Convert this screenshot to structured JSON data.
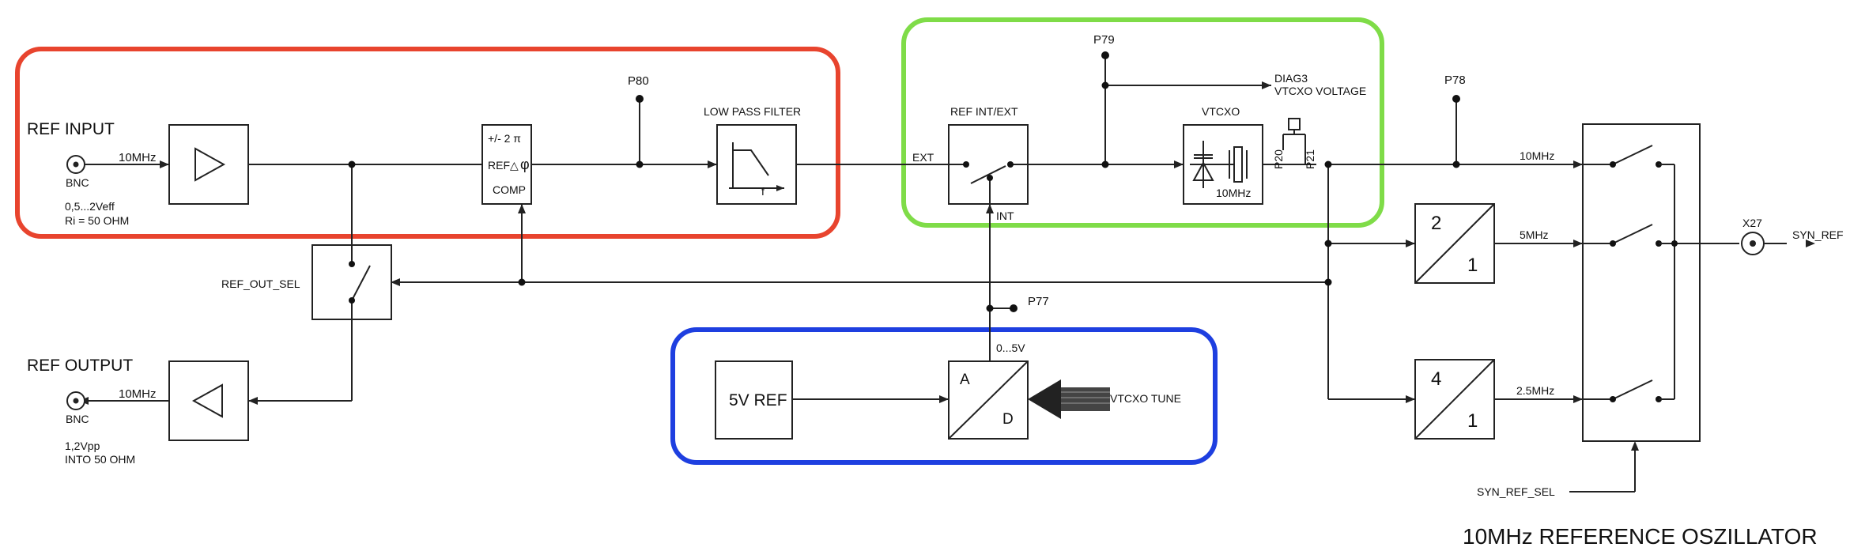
{
  "title": "10MHz REFERENCE OSZILLATOR",
  "ref_input": {
    "label": "REF INPUT",
    "connector": "BNC",
    "freq": "10MHz",
    "spec1": "0,5...2Veff",
    "spec2": "Ri = 50 OHM"
  },
  "ref_output": {
    "label": "REF OUTPUT",
    "connector": "BNC",
    "freq": "10MHz",
    "spec1": "1,2Vpp",
    "spec2": "INTO 50 OHM"
  },
  "comparator": {
    "line1": "+/- 2 π",
    "ref": "REF",
    "delta": "△",
    "phi": "φ",
    "comp": "COMP"
  },
  "test_points": {
    "p80": "P80",
    "p79": "P79",
    "p78": "P78",
    "p77": "P77",
    "p20": "P20",
    "p21": "P21"
  },
  "low_pass_filter": {
    "label": "LOW PASS FILTER",
    "f": "f"
  },
  "ref_switch": {
    "label": "REF  INT/EXT",
    "ext": "EXT",
    "int": "INT"
  },
  "vtcxo": {
    "label": "VTCXO",
    "freq": "10MHz",
    "diag1": "DIAG3",
    "diag2": "VTCXO VOLTAGE"
  },
  "ref_out_sel": "REF_OUT_SEL",
  "reference_5v": "5V REF",
  "adc": {
    "a": "A",
    "d": "D",
    "range": "0...5V",
    "tune": "VTCXO TUNE"
  },
  "dividers": [
    {
      "num": "2",
      "den": "1",
      "out": "5MHz"
    },
    {
      "num": "4",
      "den": "1",
      "out": "2.5MHz"
    }
  ],
  "direct_out": "10MHz",
  "output": {
    "connector": "X27",
    "signal": "SYN_REF"
  },
  "syn_ref_sel": "SYN_REF_SEL",
  "highlights": {
    "red": "#e8442e",
    "green": "#7fdc48",
    "blue": "#1e3fe0"
  }
}
